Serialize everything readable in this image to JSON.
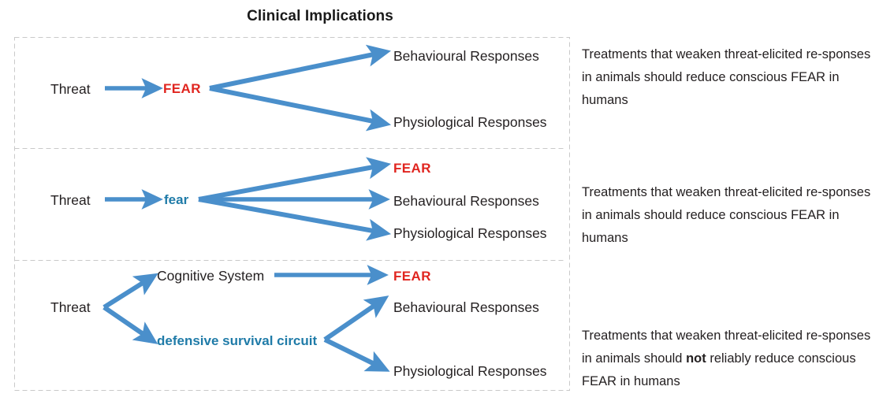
{
  "title": "Clinical Implications",
  "colors": {
    "arrow_blue": "#4a8fcb",
    "fear_red": "#e0251f",
    "label_blue": "#1f7ba8",
    "text_black": "#231f20",
    "panel_border": "#c9c9c9",
    "background": "#ffffff"
  },
  "panels": [
    {
      "id": "panel-1",
      "nodes": {
        "threat": "Threat",
        "fear": "FEAR",
        "behavioural": "Behavioural Responses",
        "physiological": "Physiological Responses"
      },
      "note_parts": [
        {
          "text": "Treatments that weaken threat-elicited re-sponses in animals should reduce conscious FEAR in humans",
          "bold": false
        }
      ],
      "note_text": "Treatments that weaken threat-elicited responses in animals should reduce conscious FEAR in humans"
    },
    {
      "id": "panel-2",
      "nodes": {
        "threat": "Threat",
        "fear": "fear",
        "fear_upper": "FEAR",
        "behavioural": "Behavioural Responses",
        "physiological": "Physiological Responses"
      },
      "note_parts": [
        {
          "text": "Treatments that weaken threat-elicited re-sponses in animals should reduce conscious FEAR in humans",
          "bold": false
        }
      ],
      "note_text": "Treatments that weaken threat-elicited responses in animals should reduce conscious FEAR in humans"
    },
    {
      "id": "panel-3",
      "nodes": {
        "threat": "Threat",
        "cognitive_system": "Cognitive System",
        "fear_upper": "FEAR",
        "defensive_circuit": "defensive survival circuit",
        "behavioural": "Behavioural Responses",
        "physiological": "Physiological Responses"
      },
      "note_parts": [
        {
          "text": "Treatments that weaken threat-elicited re-sponses in animals should ",
          "bold": false
        },
        {
          "text": "not",
          "bold": true
        },
        {
          "text": " reliably reduce conscious FEAR in humans",
          "bold": false
        }
      ],
      "note_text": "Treatments that weaken threat-elicited responses in animals should not reliably reduce conscious FEAR in humans"
    }
  ]
}
